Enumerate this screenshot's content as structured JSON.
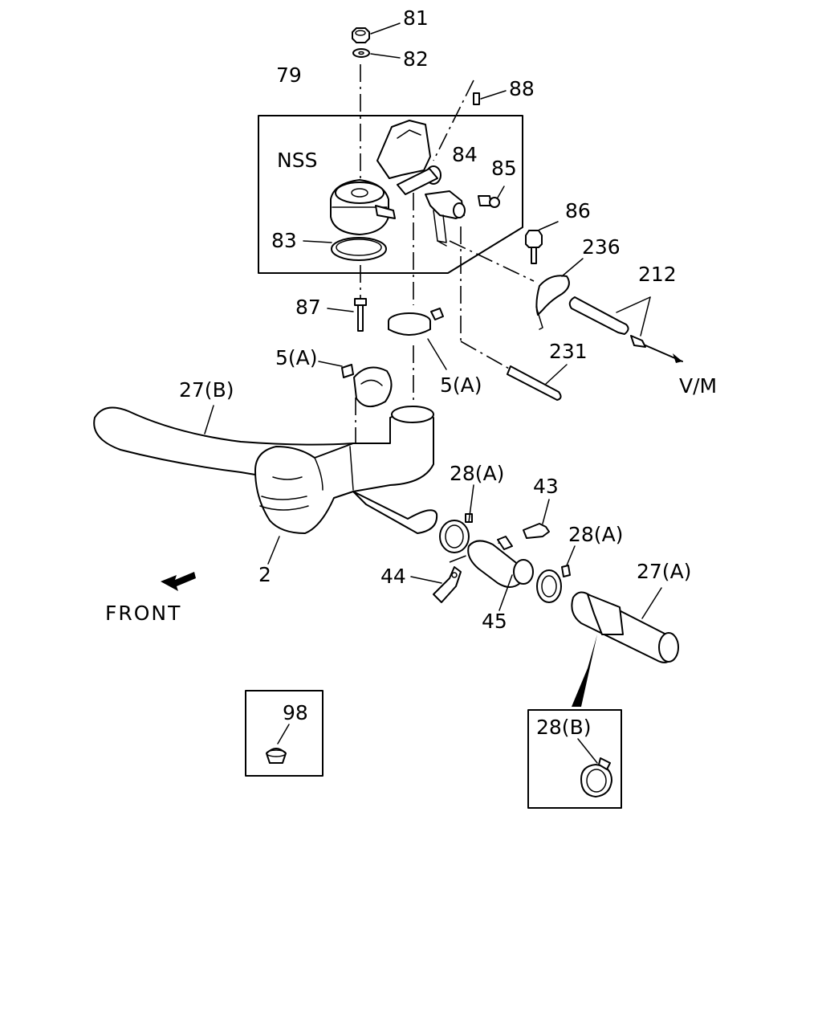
{
  "labels": {
    "p81": "81",
    "p82": "82",
    "p79": "79",
    "p88": "88",
    "nss": "NSS",
    "p84": "84",
    "p85": "85",
    "p86": "86",
    "p83": "83",
    "p236": "236",
    "p212": "212",
    "p87": "87",
    "p5a_left": "5(A)",
    "p5a_right": "5(A)",
    "p231": "231",
    "vm": "V/M",
    "p27b": "27(B)",
    "p28a_left": "28(A)",
    "p43": "43",
    "p28a_right": "28(A)",
    "p27a": "27(A)",
    "p2": "2",
    "p44": "44",
    "p45": "45",
    "front": "FRONT",
    "p98": "98",
    "p28b": "28(B)"
  }
}
